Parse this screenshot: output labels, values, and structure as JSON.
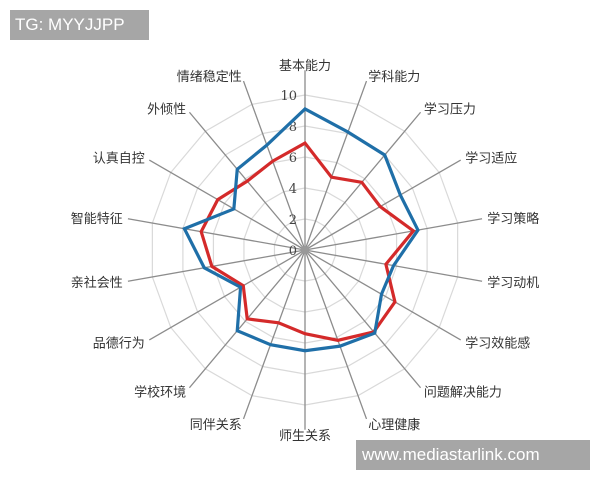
{
  "watermarks": {
    "top": "TG: MYYJJPP",
    "bottom": "www.mediastarlink.com"
  },
  "colors": {
    "series_blue": "#1f6fa8",
    "series_red": "#d42a2a",
    "grid": "#d9d9d9",
    "spoke": "#8c8c8c"
  },
  "chart_data": {
    "type": "radar",
    "title": "",
    "categories": [
      "基本能力",
      "学科能力",
      "学习压力",
      "学习适应",
      "学习策略",
      "学习动机",
      "学习效能感",
      "问题解决能力",
      "心理健康",
      "师生关系",
      "同伴关系",
      "学校环境",
      "品德行为",
      "亲社会性",
      "智能特征",
      "认真自控",
      "外倾性",
      "情绪稳定性"
    ],
    "series": [
      {
        "name": "blue",
        "color": "#1f6fa8",
        "values": [
          9.1,
          8.1,
          8.0,
          7.1,
          7.4,
          5.8,
          5.7,
          7.0,
          6.6,
          6.5,
          6.5,
          6.8,
          4.8,
          6.6,
          7.9,
          5.3,
          6.8,
          7.2
        ]
      },
      {
        "name": "red",
        "color": "#d42a2a",
        "values": [
          6.9,
          5.0,
          5.7,
          5.6,
          7.1,
          5.3,
          6.7,
          6.9,
          6.2,
          5.4,
          5.0,
          5.8,
          4.6,
          6.1,
          6.8,
          6.5,
          5.8,
          6.1
        ]
      }
    ],
    "rlim": [
      0,
      10
    ],
    "ticks": [
      "0",
      "2",
      "4",
      "6",
      "8",
      "10"
    ],
    "grid": true,
    "legend": null
  }
}
